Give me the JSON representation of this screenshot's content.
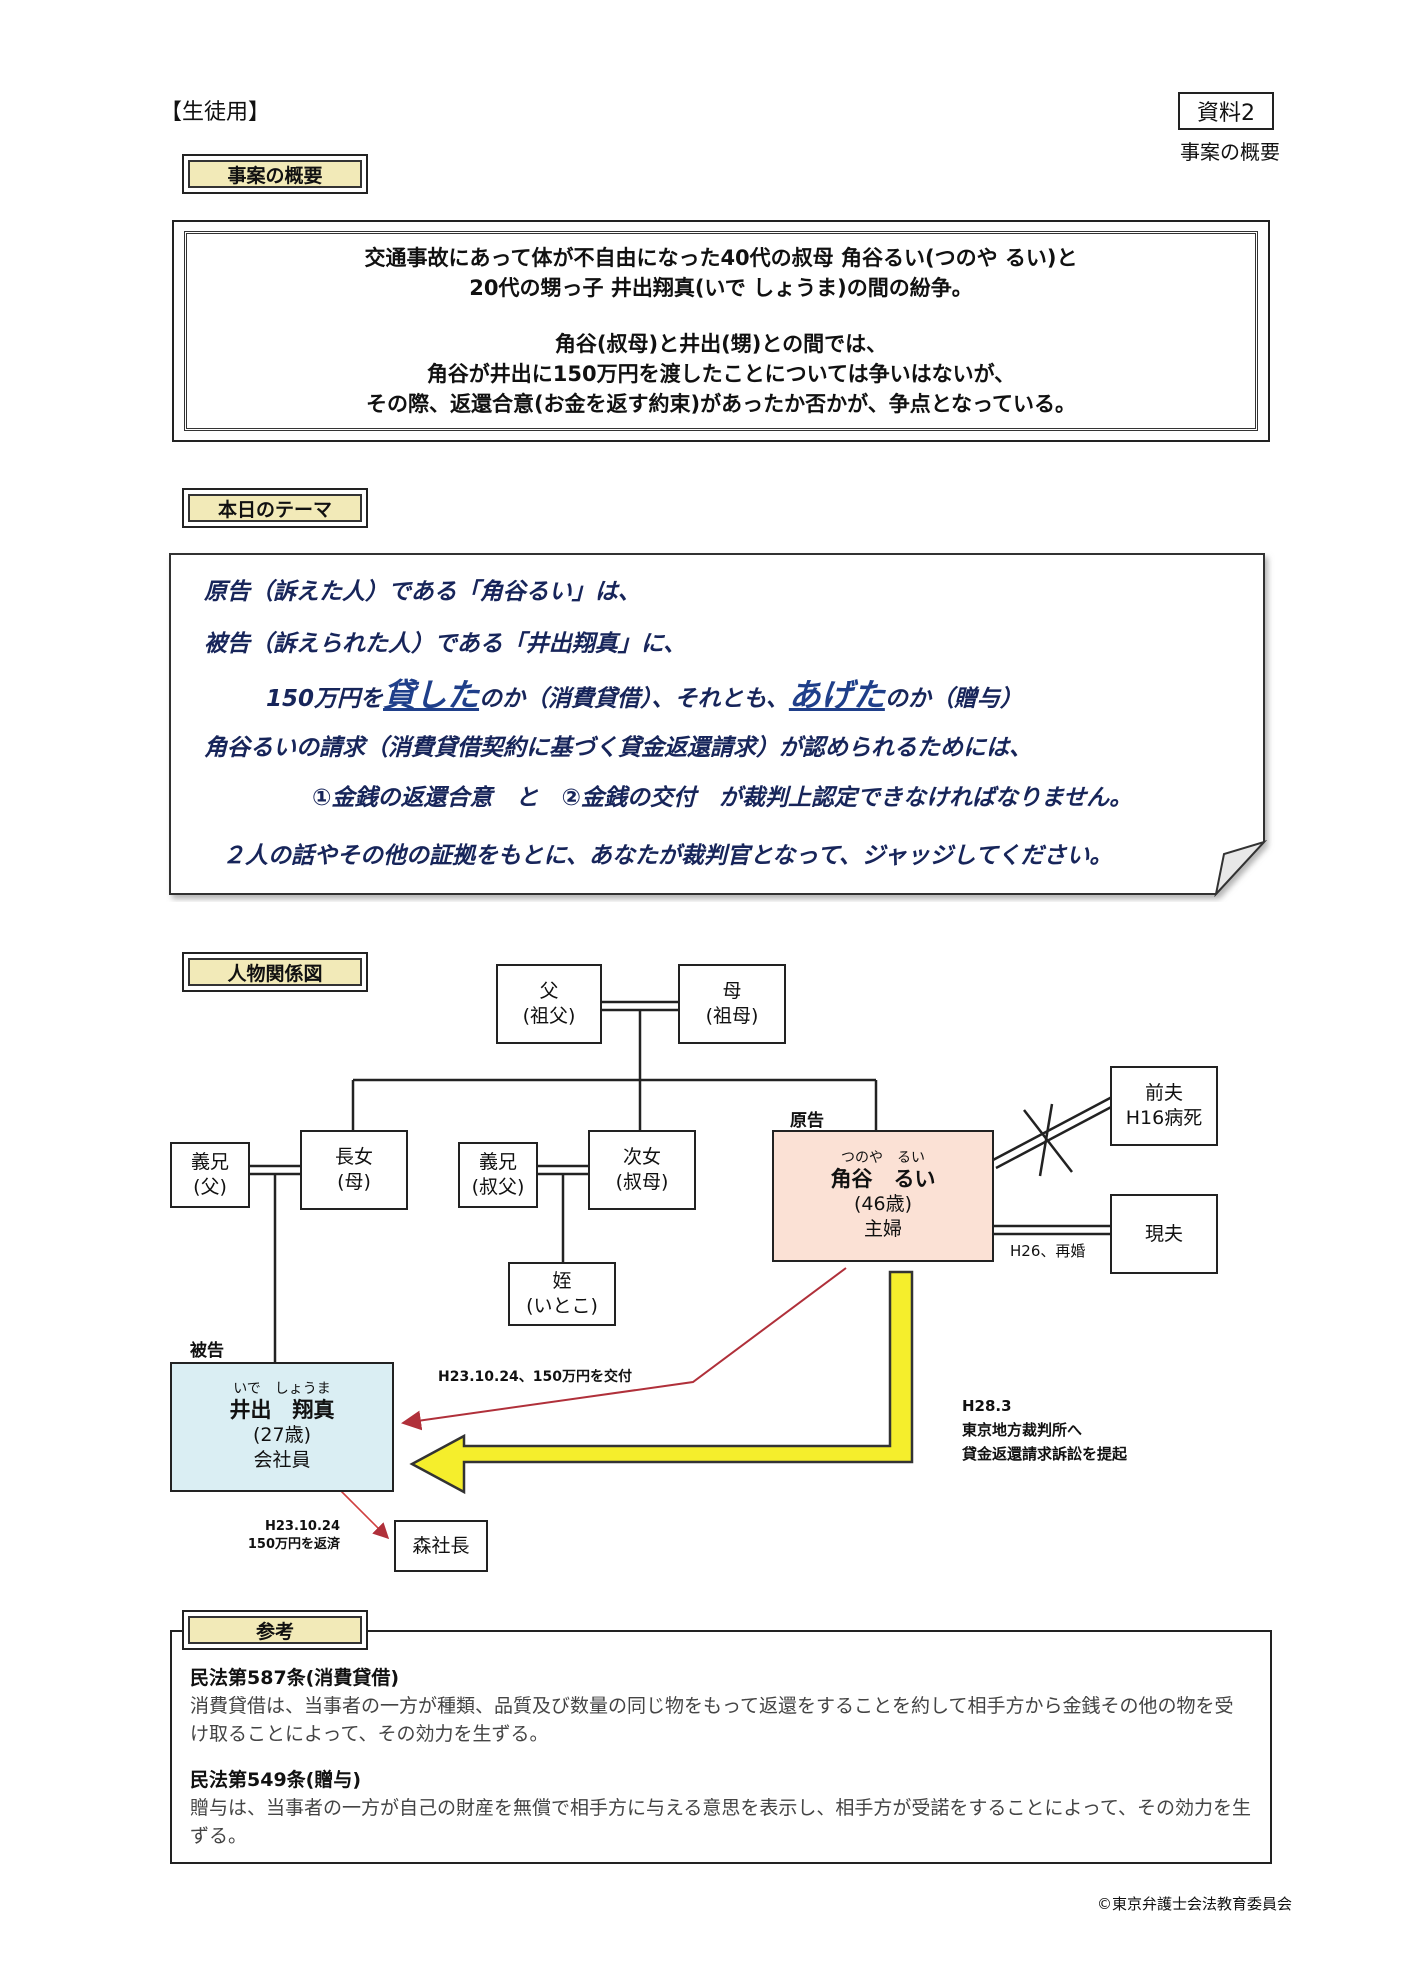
{
  "header": {
    "student_label": "【生徒用】",
    "doc_number": "資料2",
    "doc_subtitle": "事案の概要"
  },
  "summary": {
    "tag": "事案の概要",
    "lines": [
      "交通事故にあって体が不自由になった40代の叔母 角谷るい(つのや るい)と",
      "20代の甥っ子 井出翔真(いで しょうま)の間の紛争。",
      "角谷(叔母)と井出(甥)との間では、",
      "角谷が井出に150万円を渡したことについては争いはないが、",
      "その際、返還合意(お金を返す約束)があったか否かが、争点となっている。"
    ]
  },
  "theme": {
    "tag": "本日のテーマ",
    "line1": "原告（訴えた人）である「角谷るい」は、",
    "line2": "被告（訴えられた人）である「井出翔真」に、",
    "line3_a": "150万円を",
    "line3_lend": "貸した",
    "line3_b": "のか（消費貸借）、それとも、",
    "line3_give": "あげた",
    "line3_c": "のか（贈与）",
    "line4": "角谷るいの請求（消費貸借契約に基づく貸金返還請求）が認められるためには、",
    "line5": "①金銭の返還合意　と　②金銭の交付　が裁判上認定できなければなりません。",
    "line6": "２人の話やその他の証拠をもとに、あなたが裁判官となって、ジャッジしてください。"
  },
  "relations": {
    "tag": "人物関係図",
    "father": [
      "父",
      "(祖父)"
    ],
    "mother": [
      "母",
      "(祖母)"
    ],
    "eldest_daughter": [
      "長女",
      "(母)"
    ],
    "brother_in_law_father": [
      "義兄",
      "(父)"
    ],
    "second_daughter": [
      "次女",
      "(叔母)"
    ],
    "brother_in_law_uncle": [
      "義兄",
      "(叔父)"
    ],
    "niece": [
      "姪",
      "(いとこ)"
    ],
    "plaintiff_label": "原告",
    "plaintiff": {
      "reading": "つのや　るい",
      "name": "角谷　るい",
      "age": "(46歳)",
      "job": "主婦"
    },
    "former_husband": [
      "前夫",
      "H16病死"
    ],
    "current_husband": "現夫",
    "remarriage_note": "H26、再婚",
    "defendant_label": "被告",
    "defendant": {
      "reading": "いで　しょうま",
      "name": "井出　翔真",
      "age": "(27歳)",
      "job": "会社員"
    },
    "payment_note": "H23.10.24、150万円を交付",
    "lawsuit_note": [
      "H28.3",
      "東京地方裁判所へ",
      "貸金返還請求訴訟を提起"
    ],
    "repay_note": [
      "H23.10.24",
      "150万円を返済"
    ],
    "president": "森社長"
  },
  "reference": {
    "tag": "参考",
    "article1_title": "民法第587条(消費貸借)",
    "article1_body": "消費貸借は、当事者の一方が種類、品質及び数量の同じ物をもって返還をすることを約して相手方から金銭その他の物を受け取ることによって、その効力を生ずる。",
    "article2_title": "民法第549条(贈与)",
    "article2_body": "贈与は、当事者の一方が自己の財産を無償で相手方に与える意思を表示し、相手方が受諾をすることによって、その効力を生ずる。"
  },
  "footer": {
    "copyright": "©東京弁護士会法教育委員会"
  }
}
